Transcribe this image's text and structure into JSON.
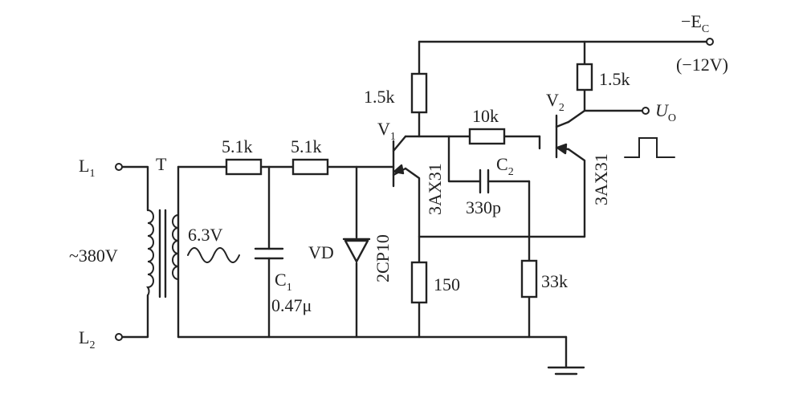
{
  "labels": {
    "ec": "−E",
    "ec_sub": "C",
    "ec_value": "(−12V)",
    "r_v1_load": "1.5k",
    "r_v2_load": "1.5k",
    "r_coupling": "10k",
    "v1": "V",
    "v1_sub": "1",
    "v2": "V",
    "v2_sub": "2",
    "uo": "U",
    "uo_sub": "O",
    "c2": "C",
    "c2_sub": "2",
    "c2_value": "330p",
    "r1": "5.1k",
    "r2": "5.1k",
    "l1": "L",
    "l1_sub": "1",
    "l2": "L",
    "l2_sub": "2",
    "t": "T",
    "mains": "~380V",
    "secondary": "6.3V",
    "c1": "C",
    "c1_sub": "1",
    "c1_value": "0.47μ",
    "vd": "VD",
    "vd_part": "2CP10",
    "v1_part": "3AX31",
    "v2_part": "3AX31",
    "r_emitter": "150",
    "r_bias": "33k"
  },
  "icons": {
    "ground": "ground-icon",
    "diode": "diode-icon",
    "pnp_transistor": "pnp-transistor-icon",
    "square_pulse": "square-pulse-icon"
  }
}
